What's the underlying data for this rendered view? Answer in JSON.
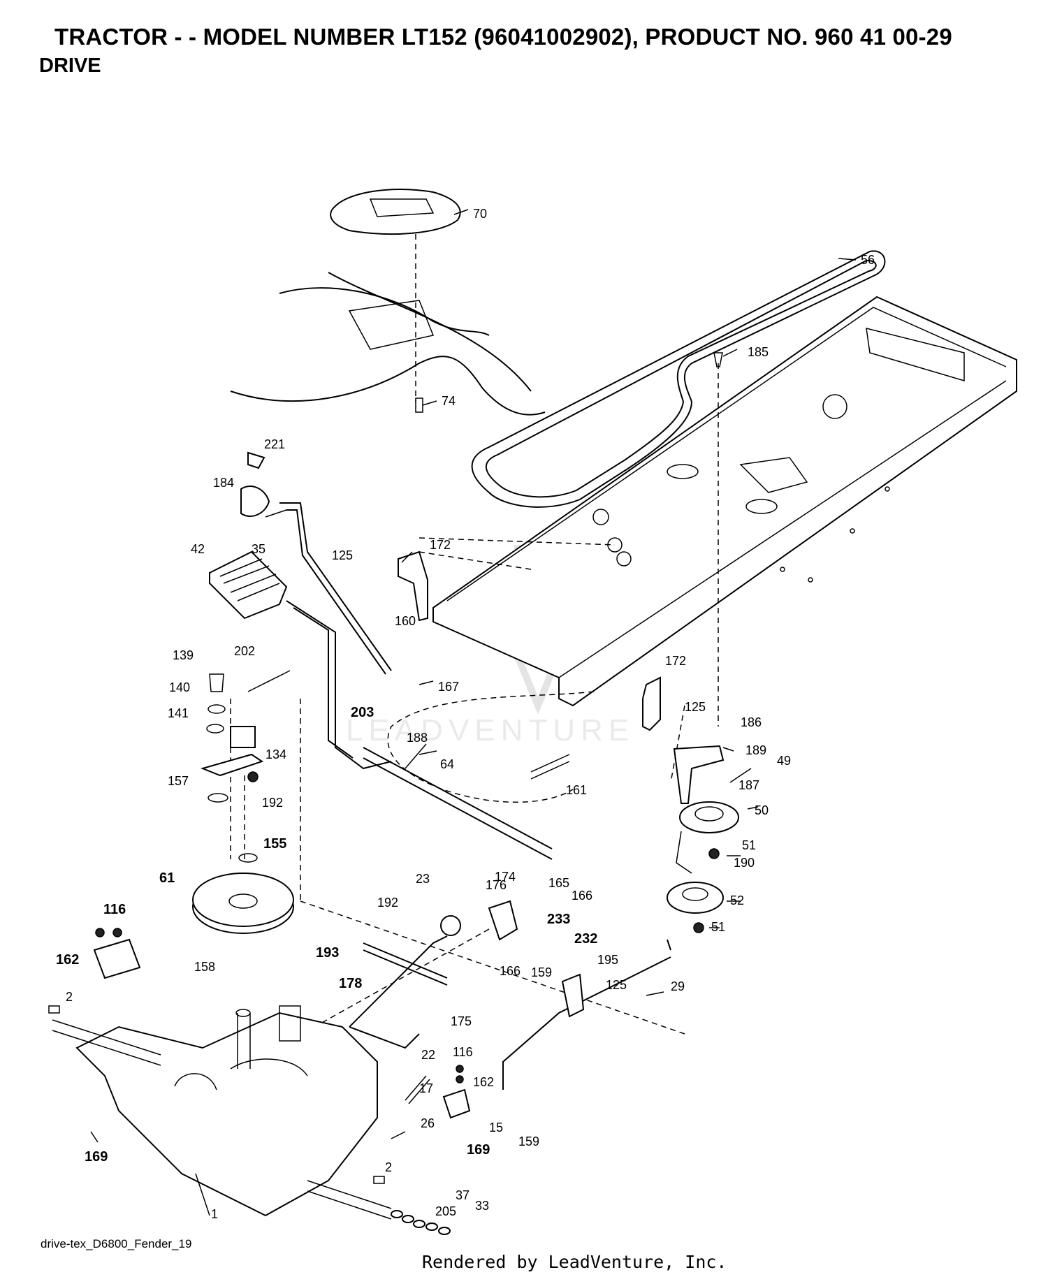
{
  "header": {
    "title": "TRACTOR - - MODEL NUMBER LT152 (96041002902), PRODUCT NO. 960 41 00-29",
    "section": "DRIVE"
  },
  "parts": [
    {
      "id": "c70",
      "label": "70",
      "bold": false
    },
    {
      "id": "c56",
      "label": "56",
      "bold": false
    },
    {
      "id": "c185",
      "label": "185",
      "bold": false
    },
    {
      "id": "c74",
      "label": "74",
      "bold": false
    },
    {
      "id": "c221",
      "label": "221",
      "bold": false
    },
    {
      "id": "c184",
      "label": "184",
      "bold": false
    },
    {
      "id": "c35",
      "label": "35",
      "bold": false
    },
    {
      "id": "c42",
      "label": "42",
      "bold": false
    },
    {
      "id": "c125a",
      "label": "125",
      "bold": false
    },
    {
      "id": "c172a",
      "label": "172",
      "bold": false
    },
    {
      "id": "c160",
      "label": "160",
      "bold": false
    },
    {
      "id": "c167",
      "label": "167",
      "bold": false
    },
    {
      "id": "c139",
      "label": "139",
      "bold": false
    },
    {
      "id": "c202",
      "label": "202",
      "bold": false
    },
    {
      "id": "c140",
      "label": "140",
      "bold": false
    },
    {
      "id": "c141",
      "label": "141",
      "bold": false
    },
    {
      "id": "c134",
      "label": "134",
      "bold": false
    },
    {
      "id": "c203",
      "label": "203",
      "bold": true
    },
    {
      "id": "c188",
      "label": "188",
      "bold": false
    },
    {
      "id": "c64",
      "label": "64",
      "bold": false
    },
    {
      "id": "c172b",
      "label": "172",
      "bold": false
    },
    {
      "id": "c125b",
      "label": "125",
      "bold": false
    },
    {
      "id": "c186",
      "label": "186",
      "bold": false
    },
    {
      "id": "c189",
      "label": "189",
      "bold": false
    },
    {
      "id": "c49",
      "label": "49",
      "bold": false
    },
    {
      "id": "c187",
      "label": "187",
      "bold": false
    },
    {
      "id": "c50",
      "label": "50",
      "bold": false
    },
    {
      "id": "c157",
      "label": "157",
      "bold": false
    },
    {
      "id": "c192a",
      "label": "192",
      "bold": false
    },
    {
      "id": "c161",
      "label": "161",
      "bold": false
    },
    {
      "id": "c155",
      "label": "155",
      "bold": true
    },
    {
      "id": "c51a",
      "label": "51",
      "bold": false
    },
    {
      "id": "c190",
      "label": "190",
      "bold": false
    },
    {
      "id": "c61",
      "label": "61",
      "bold": true
    },
    {
      "id": "c165",
      "label": "165",
      "bold": false
    },
    {
      "id": "c166a",
      "label": "166",
      "bold": false
    },
    {
      "id": "c23",
      "label": "23",
      "bold": false
    },
    {
      "id": "c176",
      "label": "176",
      "bold": false
    },
    {
      "id": "c174",
      "label": "174",
      "bold": false
    },
    {
      "id": "c52",
      "label": "52",
      "bold": false
    },
    {
      "id": "c116a",
      "label": "116",
      "bold": true
    },
    {
      "id": "c192b",
      "label": "192",
      "bold": false
    },
    {
      "id": "c51b",
      "label": "51",
      "bold": false
    },
    {
      "id": "c233",
      "label": "233",
      "bold": true
    },
    {
      "id": "c232",
      "label": "232",
      "bold": true
    },
    {
      "id": "c162a",
      "label": "162",
      "bold": true
    },
    {
      "id": "c193",
      "label": "193",
      "bold": true
    },
    {
      "id": "c195",
      "label": "195",
      "bold": false
    },
    {
      "id": "c158",
      "label": "158",
      "bold": false
    },
    {
      "id": "c166b",
      "label": "166",
      "bold": false
    },
    {
      "id": "c159a",
      "label": "159",
      "bold": false
    },
    {
      "id": "c178",
      "label": "178",
      "bold": true
    },
    {
      "id": "c125c",
      "label": "125",
      "bold": false
    },
    {
      "id": "c29",
      "label": "29",
      "bold": false
    },
    {
      "id": "c2a",
      "label": "2",
      "bold": false
    },
    {
      "id": "c175",
      "label": "175",
      "bold": false
    },
    {
      "id": "c22",
      "label": "22",
      "bold": false
    },
    {
      "id": "c116b",
      "label": "116",
      "bold": false
    },
    {
      "id": "c17",
      "label": "17",
      "bold": false
    },
    {
      "id": "c162b",
      "label": "162",
      "bold": false
    },
    {
      "id": "c26",
      "label": "26",
      "bold": false
    },
    {
      "id": "c15",
      "label": "15",
      "bold": false
    },
    {
      "id": "c169a",
      "label": "169",
      "bold": true
    },
    {
      "id": "c169b",
      "label": "169",
      "bold": true
    },
    {
      "id": "c159b",
      "label": "159",
      "bold": false
    },
    {
      "id": "c2b",
      "label": "2",
      "bold": false
    },
    {
      "id": "c37",
      "label": "37",
      "bold": false
    },
    {
      "id": "c1",
      "label": "1",
      "bold": false
    },
    {
      "id": "c205",
      "label": "205",
      "bold": false
    },
    {
      "id": "c33",
      "label": "33",
      "bold": false
    }
  ],
  "footer": {
    "drawing_id": "drive-tex_D6800_Fender_19",
    "rendered_by": "Rendered by LeadVenture, Inc."
  },
  "watermark": "LEADVENTURE"
}
